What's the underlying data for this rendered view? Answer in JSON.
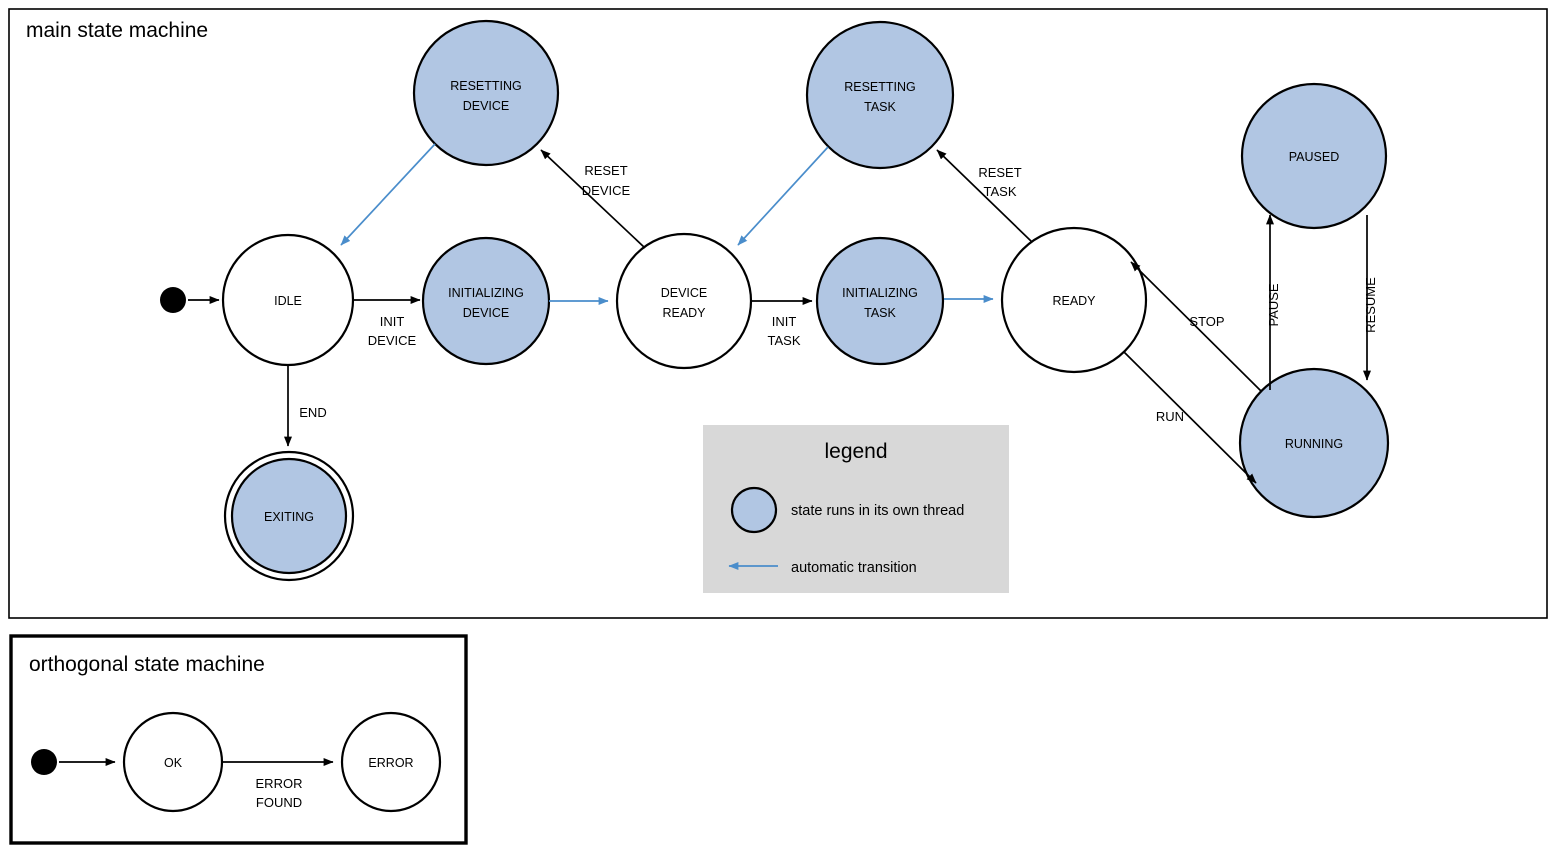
{
  "panels": {
    "main": {
      "title": "main state machine"
    },
    "orthogonal": {
      "title": "orthogonal state machine"
    }
  },
  "legend": {
    "title": "legend",
    "items": [
      {
        "swatch": "thread-circle-swatch",
        "text": "state runs in its own thread"
      },
      {
        "swatch": "automatic-arrow-swatch",
        "text": "automatic transition"
      }
    ]
  },
  "colors": {
    "thread_state_fill": "#b1c6e3",
    "automatic_transition": "#4a8dcb",
    "legend_background": "#d8d8d8",
    "stroke": "#000000",
    "plain_state_fill": "#ffffff"
  },
  "main_states": {
    "idle": "IDLE",
    "initializing_device": "INITIALIZING\nDEVICE",
    "initializing_device_l1": "INITIALIZING",
    "initializing_device_l2": "DEVICE",
    "resetting_device_l1": "RESETTING",
    "resetting_device_l2": "DEVICE",
    "device_ready_l1": "DEVICE",
    "device_ready_l2": "READY",
    "initializing_task_l1": "INITIALIZING",
    "initializing_task_l2": "TASK",
    "resetting_task_l1": "RESETTING",
    "resetting_task_l2": "TASK",
    "ready": "READY",
    "paused": "PAUSED",
    "running": "RUNNING",
    "exiting": "EXITING"
  },
  "main_transitions": {
    "init_device_l1": "INIT",
    "init_device_l2": "DEVICE",
    "reset_device_l1": "RESET",
    "reset_device_l2": "DEVICE",
    "init_task_l1": "INIT",
    "init_task_l2": "TASK",
    "reset_task_l1": "RESET",
    "reset_task_l2": "TASK",
    "end": "END",
    "stop": "STOP",
    "run": "RUN",
    "pause": "PAUSE",
    "resume": "RESUME"
  },
  "orthogonal_states": {
    "ok": "OK",
    "error": "ERROR"
  },
  "orthogonal_transitions": {
    "error_found_l1": "ERROR",
    "error_found_l2": "FOUND"
  }
}
